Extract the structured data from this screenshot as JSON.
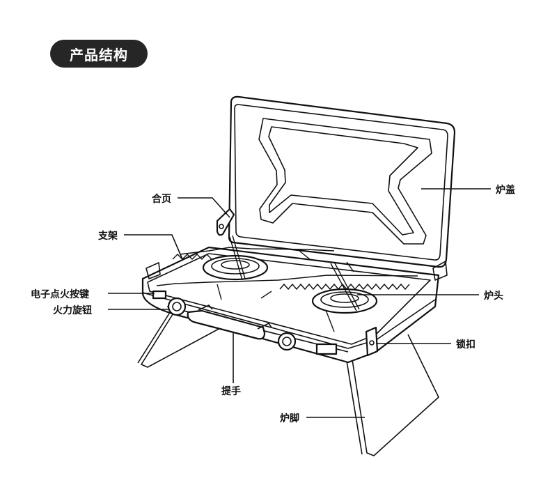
{
  "header": {
    "title": "产品结构"
  },
  "labels": {
    "lid": "炉盖",
    "hinge": "合页",
    "support": "支架",
    "ignition_button": "电子点火按键",
    "flame_knob": "火力旋钮",
    "burner": "炉头",
    "latch": "锁扣",
    "handle": "提手",
    "legs": "炉脚"
  }
}
